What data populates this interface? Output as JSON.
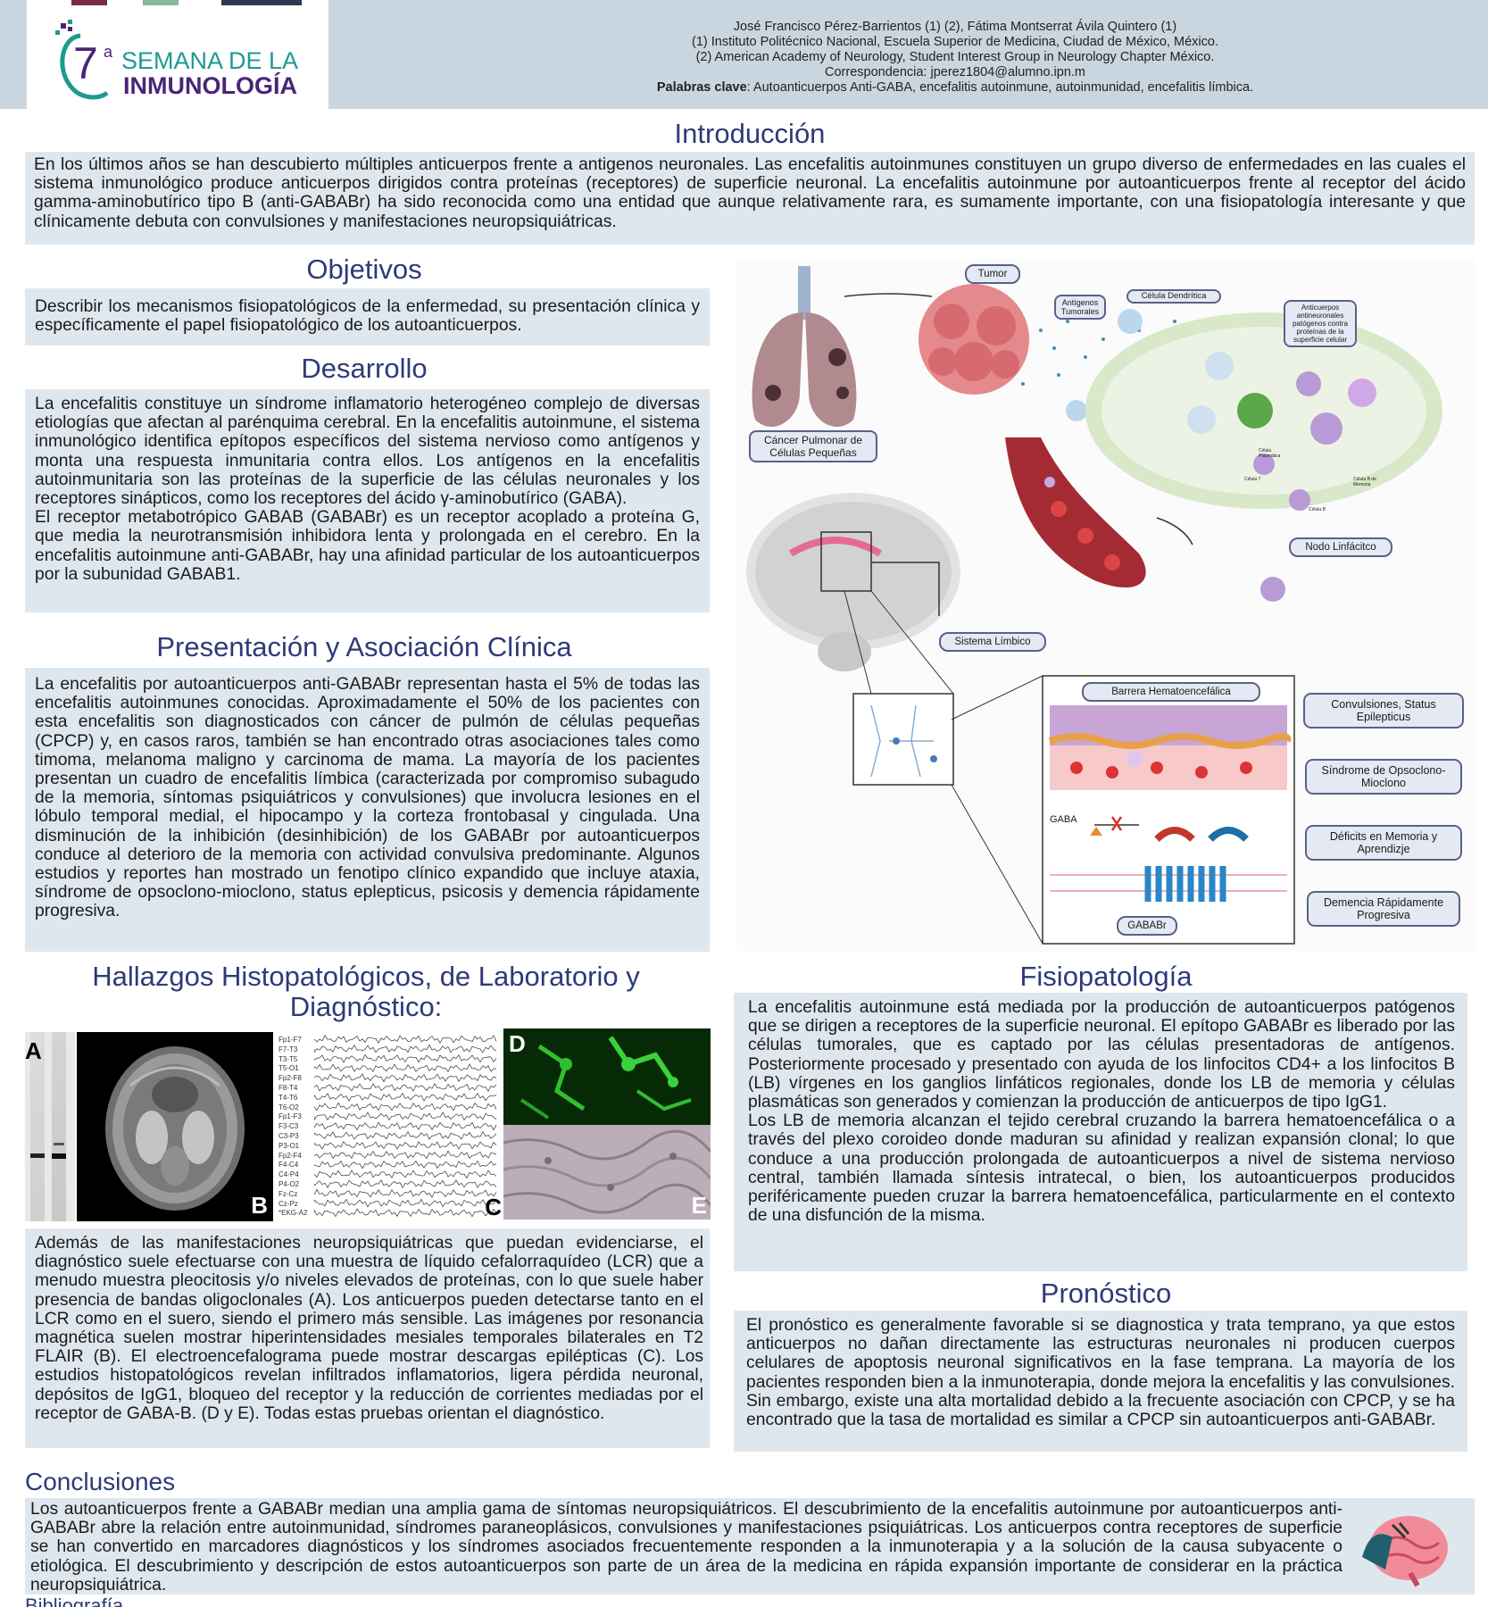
{
  "header": {
    "logo": {
      "superscript": "a",
      "number": "7",
      "line1": "SEMANA DE LA",
      "line2": "INMUNOLOGÍA"
    },
    "authors": "José Francisco Pérez-Barrientos (1) (2), Fátima Montserrat Ávila Quintero (1)",
    "affiliation1": "(1) Instituto Politécnico Nacional, Escuela Superior de Medicina, Ciudad de México, México.",
    "affiliation2": "(2) American Academy of Neurology, Student Interest Group in Neurology Chapter México.",
    "correspondence": "Correspondencia: jperez1804@alumno.ipn.m",
    "keywords_label": "Palabras clave",
    "keywords": ": Autoanticuerpos Anti-GABA, encefalitis autoinmune, autoinmunidad, encefalitis límbica."
  },
  "introduccion": {
    "title": "Introducción",
    "text": "En los últimos años se han descubierto múltiples anticuerpos frente a antigenos neuronales. Las encefalitis autoinmunes constituyen un grupo diverso de enfermedades en las cuales el sistema inmunológico produce anticuerpos dirigidos contra proteínas (receptores) de superficie neuronal. La encefalitis autoinmune por autoanticuerpos frente al receptor del ácido gamma-aminobutírico tipo B (anti-GABABr) ha sido reconocida como una entidad que aunque relativamente rara, es sumamente importante, con una fisiopatología interesante y que clínicamente debuta con convulsiones y manifestaciones neuropsiquiátricas."
  },
  "objetivos": {
    "title": "Objetivos",
    "text": "Describir los mecanismos fisiopatológicos de la enfermedad, su presentación clínica y específicamente el papel fisiopatológico de los autoanticuerpos."
  },
  "desarrollo": {
    "title": "Desarrollo",
    "text1": "La encefalitis constituye un síndrome inflamatorio heterogéneo complejo de diversas etiologías que afectan al parénquima cerebral. En la encefalitis autoinmune, el sistema inmunológico identifica epítopos específicos del sistema nervioso como antígenos y monta una respuesta inmunitaria contra ellos. Los antígenos en la encefalitis autoinmunitaria son las proteínas de la superficie de las células neuronales y los receptores sinápticos, como los receptores del ácido γ-aminobutírico (GABA).",
    "text2": "El receptor metabotrópico GABAB (GABABr) es un receptor acoplado a proteína G, que media la neurotransmisión inhibidora lenta y prolongada en el cerebro. En la encefalitis autoinmune anti-GABABr, hay una afinidad particular de los autoanticuerpos por la subunidad GABAB1."
  },
  "presentacion": {
    "title": "Presentación y Asociación Clínica",
    "text": "La encefalitis por autoanticuerpos anti-GABABr representan hasta el 5% de todas las encefalitis autoinmunes conocidas. Aproximadamente el 50% de los pacientes con esta encefalitis son diagnosticados con cáncer de pulmón de células pequeñas (CPCP) y, en casos raros, también se han encontrado otras asociaciones tales como timoma, melanoma maligno y carcinoma de mama. La mayoría de los pacientes presentan un cuadro de encefalitis límbica (caracterizada por compromiso subagudo de la memoria, síntomas psiquiátricos y convulsiones) que involucra lesiones en el lóbulo temporal medial, el hipocampo y la corteza frontobasal y cingulada. Una disminución de la inhibición (desinhibición) de los GABABr por autoanticuerpos conduce al deterioro de la memoria con actividad convulsiva predominante. Algunos estudios y reportes han mostrado un fenotipo clínico expandido que incluye ataxia, síndrome de opsoclono-mioclono, status eplepticus,  psicosis y demencia rápidamente progresiva."
  },
  "hallazgos": {
    "title": "Hallazgos Histopatológicos, de Laboratorio y Diagnóstico:",
    "labels": [
      "A",
      "B",
      "C",
      "D",
      "E"
    ],
    "eeg_leads": [
      "Fp1-F7",
      "F7-T3",
      "T3-T5",
      "T5-O1",
      "Fp2-F8",
      "F8-T4",
      "T4-T6",
      "T6-O2",
      "Fp1-F3",
      "F3-C3",
      "C3-P3",
      "P3-O1",
      "Fp2-F4",
      "F4-C4",
      "C4-P4",
      "P4-O2",
      "Fz-Cz",
      "Cz-Pz",
      "*EKG-A2"
    ],
    "text": "Además de las manifestaciones neuropsiquiátricas que puedan evidenciarse, el diagnóstico suele efectuarse con una muestra de líquido cefalorraquídeo (LCR) que a menudo muestra pleocitosis y/o niveles elevados de proteínas, con lo que suele haber presencia de bandas oligoclonales (A). Los anticuerpos pueden detectarse tanto en el LCR como en el suero, siendo el primero más sensible. Las imágenes por resonancia magnética suelen mostrar hiperintensidades mesiales temporales bilaterales en T2 FLAIR (B). El electroencefalograma puede mostrar descargas epilépticas (C). Los estudios histopatológicos revelan infiltrados inflamatorios, ligera pérdida neuronal, depósitos de IgG1, bloqueo del receptor y la reducción de corrientes mediadas por el receptor de GABA-B. (D y E). Todas estas pruebas orientan el diagnóstico."
  },
  "figura": {
    "tumor": "Tumor",
    "antigenos": "Antígenos Tumorales",
    "celula_dendritica": "Célula Dendrítica",
    "anticuerpos": "Anticuerpos antineuronales patógenos contra proteínas de la superficie celular",
    "cancer": "Cáncer Pulmonar de Células Pequeñas",
    "nodo": "Nodo Linfácitco",
    "sistema_limbico": "Sistema Límbico",
    "barrera": "Barrera Hematoencefálica",
    "gaba": "GABA",
    "gababr": "GABABr",
    "celula_t": "Célula T",
    "celula_b": "Célula B",
    "celula_b_memoria": "Célula B de Memoria",
    "celula_plasmatica": "Célula Plasmática",
    "sintomas": [
      "Convulsiones, Status Epilepticus",
      "Síndrome de Opsoclono-Mioclono",
      "Déficits en Memoria y Aprendizje",
      "Demencia Rápidamente Progresiva"
    ]
  },
  "fisiopatologia": {
    "title": "Fisiopatología",
    "text1": "La encefalitis autoinmune está mediada por la producción de autoanticuerpos patógenos que se dirigen a receptores de la superficie neuronal. El epítopo GABABr es liberado por las células tumorales, que es captado por las células presentadoras de antígenos. Posteriormente procesado y presentado con ayuda de los linfocitos CD4+ a los linfocitos B (LB) vírgenes en los ganglios linfáticos regionales, donde los LB de memoria y células plasmáticas son generados y comienzan la producción de anticuerpos de tipo IgG1.",
    "text2": "Los LB de memoria alcanzan el tejido cerebral cruzando la barrera hematoencefálica o a través del plexo coroideo donde maduran su afinidad y realizan expansión clonal; lo que conduce a una producción prolongada de autoanticuerpos a nivel de sistema nervioso central, también llamada síntesis intratecal, o bien, los autoanticuerpos producidos periféricamente pueden cruzar la barrera hematoencefálica, particularmente en el contexto de una disfunción de la misma."
  },
  "pronostico": {
    "title": "Pronóstico",
    "text": "El pronóstico es generalmente favorable si se diagnostica y trata temprano, ya que estos anticuerpos no dañan directamente las estructuras neuronales ni producen cuerpos celulares de apoptosis neuronal significativos en la fase temprana. La mayoría de los pacientes responden bien a la inmunoterapia, donde mejora la encefalitis y las convulsiones. Sin embargo, existe una alta mortalidad debido a la frecuente asociación con CPCP, y se ha encontrado que la tasa de mortalidad es similar a CPCP sin autoanticuerpos anti-GABABr."
  },
  "conclusiones": {
    "title": "Conclusiones",
    "text": "Los autoanticuerpos frente a GABABr median una amplia gama de síntomas neuropsiquiátricos. El descubrimiento de la encefalitis autoinmune por autoanticuerpos anti-GABABr abre la relación entre autoinmunidad, síndromes paraneoplásicos, convulsiones y manifestaciones psiquiátricas. Los anticuerpos contra receptores de superficie se han convertido en marcadores diagnósticos y los síndromes asociados frecuentemente responden a la inmunoterapia y a la solución de la causa subyacente o etiológica. El descubrimiento y descripción de estos autoanticuerpos son parte de un área de la medicina en rápida expansión importante de considerar en la práctica neuropsiquiátrica."
  },
  "bibliografia": {
    "title": "Bibliografía"
  },
  "colors": {
    "title": "#2e3a78",
    "panel": "#dfe7ee",
    "header": "#c9d6df",
    "logo_teal": "#1d9a8f",
    "logo_purple": "#4a2478"
  }
}
